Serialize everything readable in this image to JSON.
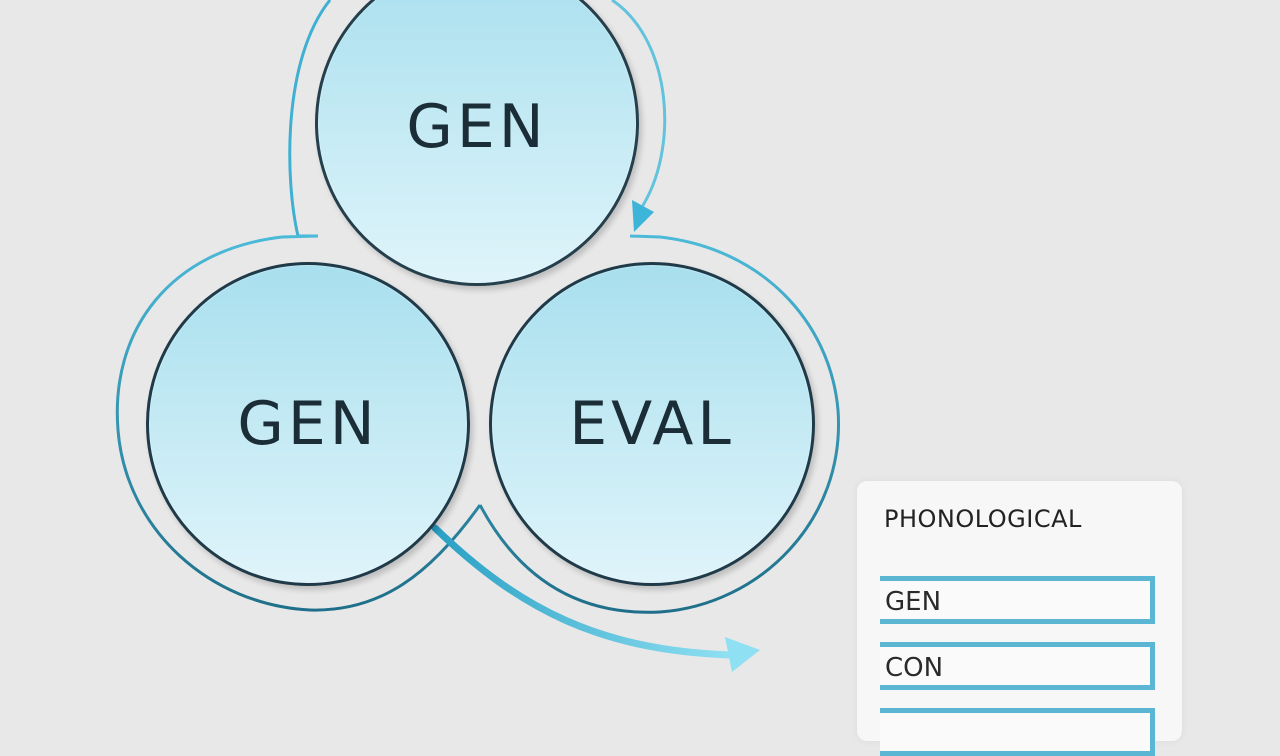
{
  "diagram": {
    "nodes": [
      {
        "id": "top",
        "label": "GEN"
      },
      {
        "id": "left",
        "label": "GEN"
      },
      {
        "id": "right",
        "label": "EVAL"
      }
    ],
    "colors": {
      "background": "#e8e8e8",
      "node_fill_top": "#a8dfee",
      "node_fill_bottom": "#dff4fa",
      "node_border": "#1f3a48",
      "loop_outline": "#3aa7c9",
      "output_arrow": "#5ccbe6",
      "panel_background": "#f7f7f7",
      "panel_row_border": "#5bb6d3"
    }
  },
  "panel": {
    "title": "PHONOLOGICAL",
    "rows": [
      {
        "label": "GEN"
      },
      {
        "label": "CON"
      },
      {
        "label": ""
      }
    ]
  }
}
